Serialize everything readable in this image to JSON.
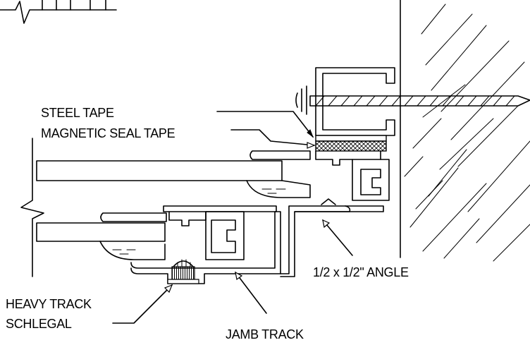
{
  "labels": {
    "steel_tape": "STEEL TAPE",
    "magnetic_seal_tape": "MAGNETIC SEAL TAPE",
    "angle": "1/2 x 1/2\" ANGLE",
    "heavy_track_line1": "HEAVY TRACK",
    "heavy_track_line2": "SCHLEGAL",
    "jamb_track": "JAMB TRACK"
  }
}
